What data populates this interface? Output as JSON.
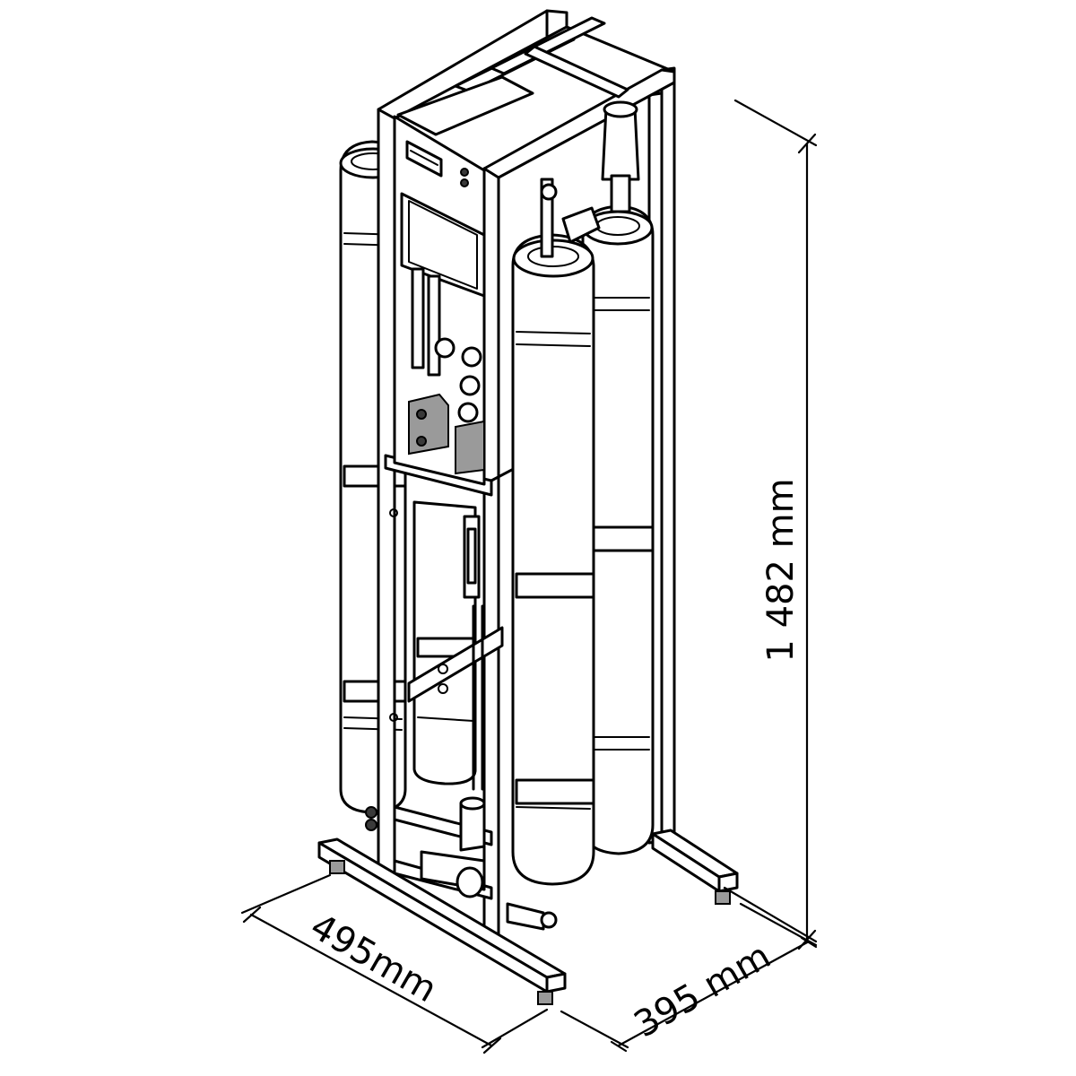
{
  "drawing": {
    "subject": "reverse-osmosis-unit",
    "dimensions": {
      "height": {
        "value": 1482,
        "label": "1 482 mm"
      },
      "width": {
        "value": 495,
        "label": "495mm"
      },
      "depth": {
        "value": 395,
        "label": "395 mm"
      }
    }
  }
}
